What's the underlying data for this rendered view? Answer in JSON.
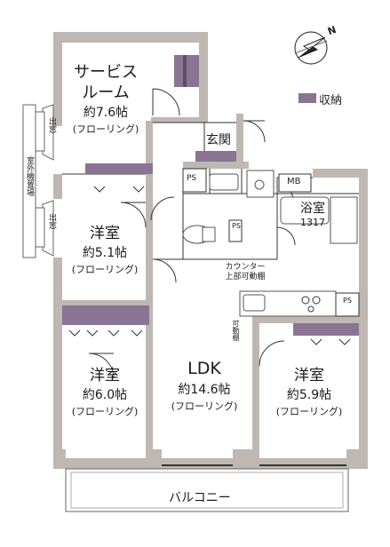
{
  "rooms": {
    "service_room": {
      "name_line1": "サービス",
      "name_line2": "ルーム",
      "size": "約7.6帖",
      "floor": "(フローリング)"
    },
    "western1": {
      "name": "洋室",
      "size": "約5.1帖",
      "floor": "(フローリング)"
    },
    "western2": {
      "name": "洋室",
      "size": "約6.0帖",
      "floor": "(フローリング)"
    },
    "ldk": {
      "name": "LDK",
      "size": "約14.6帖",
      "floor": "(フローリング)"
    },
    "western3": {
      "name": "洋室",
      "size": "約5.9帖",
      "floor": "(フローリング)"
    },
    "entrance": {
      "name": "玄関"
    },
    "bath": {
      "name": "浴室",
      "size": "1317"
    },
    "balcony": {
      "name": "バルコニー"
    }
  },
  "labels": {
    "ps": "PS",
    "mb": "MB",
    "window_top": "出窓",
    "window_bottom": "出窓",
    "outdoor_unit": "室外機置場",
    "counter_line1": "カウンター",
    "counter_line2": "上部可動棚",
    "movable_shelf": "可動棚",
    "north": "N"
  },
  "legend": {
    "label": "収納",
    "color": "#8a7493"
  },
  "colors": {
    "wall": "#bfb7b1",
    "storage": "#8a7493",
    "line": "#333333"
  }
}
